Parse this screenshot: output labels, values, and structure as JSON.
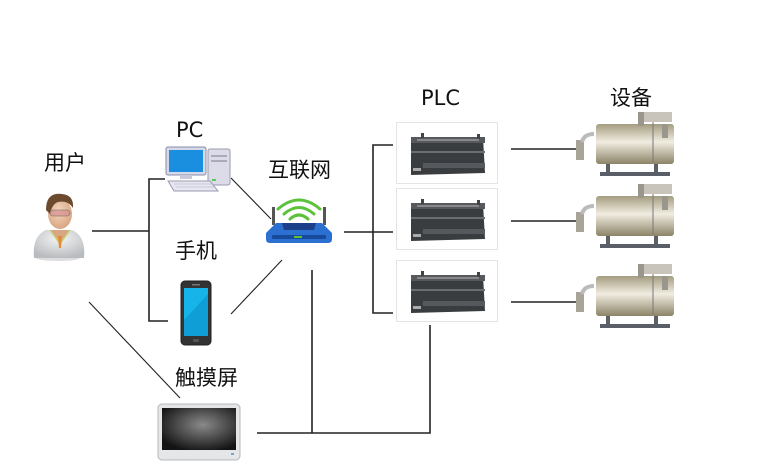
{
  "diagram": {
    "type": "network-topology",
    "labels": {
      "user": "用户",
      "pc": "PC",
      "internet": "互联网",
      "phone": "手机",
      "touchscreen": "触摸屏",
      "plc": "PLC",
      "equipment": "设备"
    },
    "nodes": [
      {
        "id": "user",
        "icon": "user-avatar-icon"
      },
      {
        "id": "pc",
        "icon": "desktop-computer-icon"
      },
      {
        "id": "phone",
        "icon": "smartphone-icon"
      },
      {
        "id": "router",
        "icon": "wifi-router-icon"
      },
      {
        "id": "touchscreen",
        "icon": "touch-panel-icon"
      },
      {
        "id": "plc1",
        "icon": "plc-module-icon"
      },
      {
        "id": "plc2",
        "icon": "plc-module-icon"
      },
      {
        "id": "plc3",
        "icon": "plc-module-icon"
      },
      {
        "id": "device1",
        "icon": "boiler-tank-icon"
      },
      {
        "id": "device2",
        "icon": "boiler-tank-icon"
      },
      {
        "id": "device3",
        "icon": "boiler-tank-icon"
      }
    ],
    "edges": [
      [
        "user",
        "pc"
      ],
      [
        "user",
        "phone"
      ],
      [
        "user",
        "touchscreen"
      ],
      [
        "pc",
        "router"
      ],
      [
        "phone",
        "router"
      ],
      [
        "router",
        "touchscreen"
      ],
      [
        "router",
        "plc1"
      ],
      [
        "router",
        "plc2"
      ],
      [
        "router",
        "plc3"
      ],
      [
        "touchscreen",
        "plc3"
      ],
      [
        "plc1",
        "device1"
      ],
      [
        "plc2",
        "device2"
      ],
      [
        "plc3",
        "device3"
      ]
    ]
  },
  "colors": {
    "line": "#222222",
    "screen_blue": "#1aa3e6",
    "router_blue": "#2b6fd1",
    "wifi_green": "#5cc23a",
    "tank": "#c9c3ad",
    "plc_dark": "#3a3d40"
  }
}
